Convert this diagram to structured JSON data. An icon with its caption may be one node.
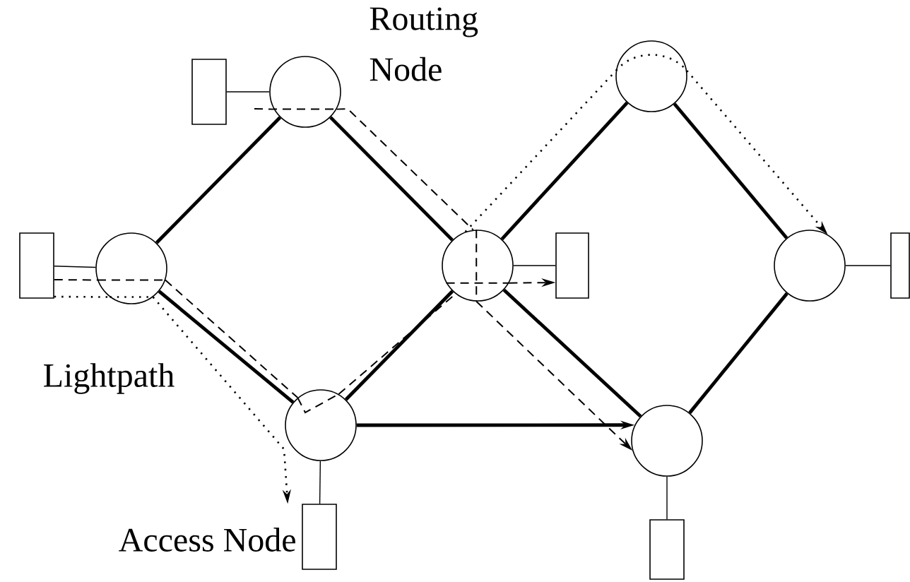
{
  "diagram": {
    "nodes": [
      {
        "text": [],
        "shape": "circle"
      },
      {
        "text": [],
        "shape": "circle"
      },
      {
        "text": [],
        "shape": "circle"
      },
      {
        "text": [],
        "shape": "circle"
      },
      {
        "text": [],
        "shape": "circle"
      },
      {
        "text": [],
        "shape": "circle"
      },
      {
        "text": [],
        "shape": "circle"
      },
      {
        "text": [],
        "shape": "box"
      },
      {
        "text": [],
        "shape": "box"
      },
      {
        "text": [],
        "shape": "box"
      },
      {
        "text": [],
        "shape": "box"
      },
      {
        "text": [],
        "shape": "box"
      },
      {
        "text": [],
        "shape": "box"
      }
    ],
    "edges": [
      {
        "from": 0,
        "to": 1,
        "arrow": "none"
      },
      {
        "from": 1,
        "to": 3,
        "arrow": "none"
      },
      {
        "from": 0,
        "to": 2,
        "arrow": "none"
      },
      {
        "from": 2,
        "to": 3,
        "arrow": "none"
      },
      {
        "from": 3,
        "to": 4,
        "arrow": "none"
      },
      {
        "from": 4,
        "to": 6,
        "arrow": "none"
      },
      {
        "from": 3,
        "to": 5,
        "arrow": "none"
      },
      {
        "from": 2,
        "to": 5,
        "arrow": "to"
      },
      {
        "from": 6,
        "to": 5,
        "arrow": "none"
      },
      {
        "from": 7,
        "to": 0,
        "arrow": "none"
      },
      {
        "from": 8,
        "to": 1,
        "arrow": "none"
      },
      {
        "from": 9,
        "to": 2,
        "arrow": "none"
      },
      {
        "from": 10,
        "to": 3,
        "arrow": "none"
      },
      {
        "from": 11,
        "to": 5,
        "arrow": "none"
      },
      {
        "from": 12,
        "to": 6,
        "arrow": "none"
      },
      {
        "from": 1,
        "to": 3,
        "arrow": "none",
        "style": "dashed"
      },
      {
        "from": 3,
        "to": 5,
        "arrow": "to",
        "style": "dashed"
      },
      {
        "from": 7,
        "to": 0,
        "arrow": "none",
        "style": "dashed"
      },
      {
        "from": 0,
        "to": 2,
        "arrow": "none",
        "style": "dashed"
      },
      {
        "from": 2,
        "to": 3,
        "arrow": "none",
        "style": "dashed"
      },
      {
        "from": 3,
        "to": 10,
        "arrow": "to",
        "style": "dashed"
      },
      {
        "from": 7,
        "to": 0,
        "arrow": "none",
        "style": "dashed"
      },
      {
        "from": 0,
        "to": 9,
        "arrow": "to",
        "style": "dashed"
      },
      {
        "from": 3,
        "to": 4,
        "arrow": "none",
        "style": "dashed"
      },
      {
        "from": 4,
        "to": 6,
        "arrow": "to",
        "style": "dashed"
      }
    ],
    "labels": [
      "Routing Node",
      "Lightpath",
      "Access Node"
    ]
  }
}
